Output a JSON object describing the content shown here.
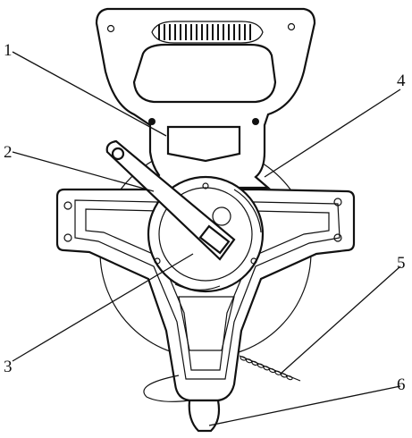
{
  "callouts": [
    {
      "id": "1",
      "text": "1"
    },
    {
      "id": "2",
      "text": "2"
    },
    {
      "id": "3",
      "text": "3"
    },
    {
      "id": "4",
      "text": "4"
    },
    {
      "id": "5",
      "text": "5"
    },
    {
      "id": "6",
      "text": "6"
    }
  ],
  "colors": {
    "ink": "#111111",
    "paper": "#ffffff"
  }
}
